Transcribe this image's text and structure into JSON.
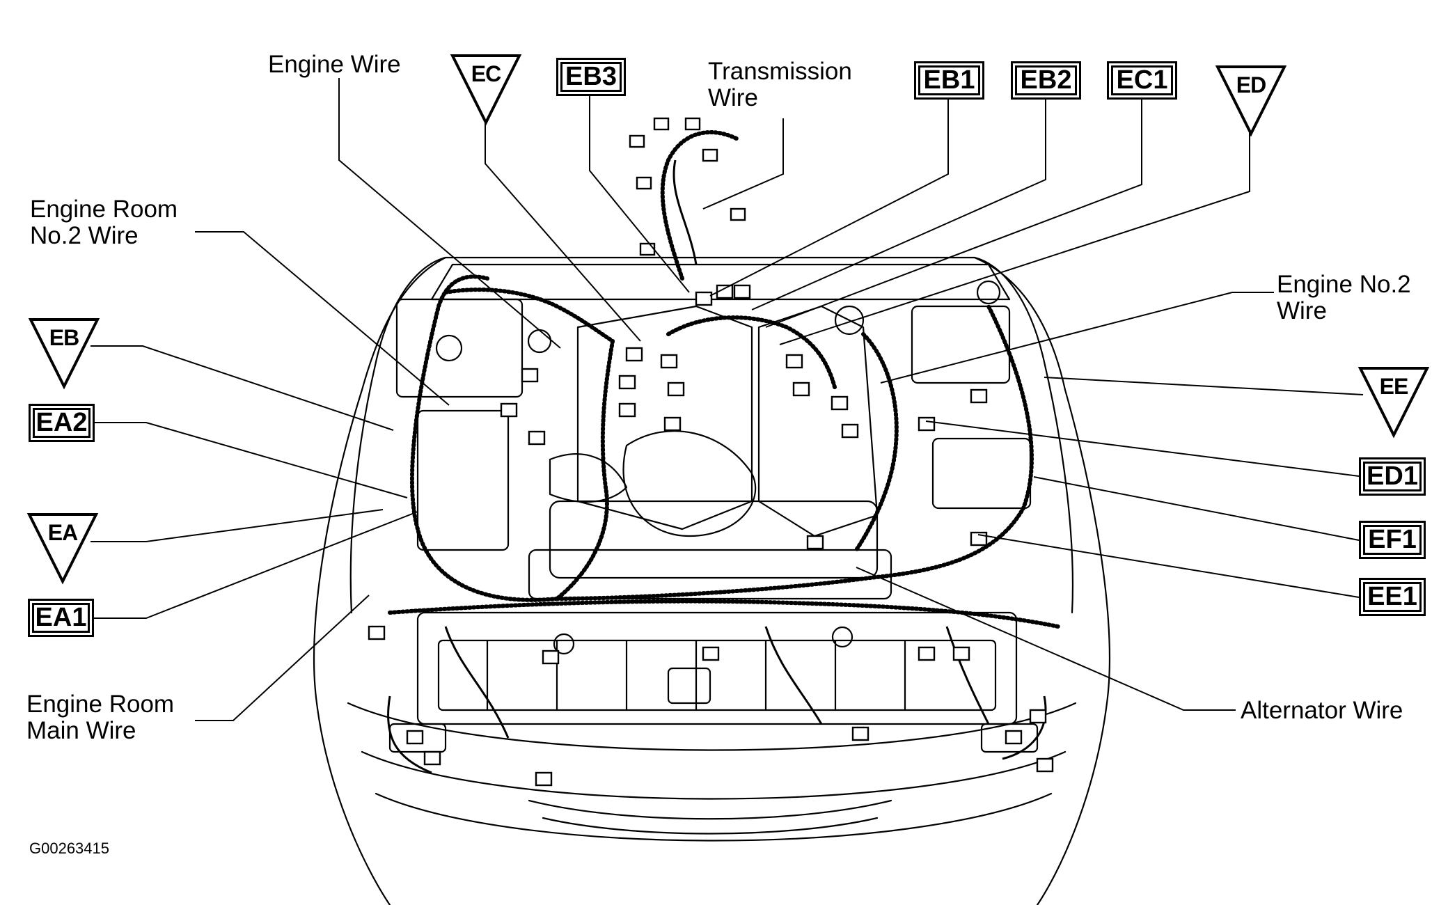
{
  "figure_id": "G00263415",
  "wire_labels": {
    "engine_wire": [
      "Engine Wire"
    ],
    "transmission_wire": [
      "Transmission",
      "Wire"
    ],
    "engine_room_no2_wire": [
      "Engine Room",
      "No.2 Wire"
    ],
    "engine_no2_wire": [
      "Engine No.2",
      "Wire"
    ],
    "engine_room_main_wire": [
      "Engine Room",
      "Main Wire"
    ],
    "alternator_wire": [
      "Alternator Wire"
    ]
  },
  "connector_boxes": {
    "eb3": "EB3",
    "eb1": "EB1",
    "eb2": "EB2",
    "ec1": "EC1",
    "ea2": "EA2",
    "ea1": "EA1",
    "ed1": "ED1",
    "ef1": "EF1",
    "ee1": "EE1"
  },
  "ground_triangles": {
    "ec": "EC",
    "ed": "ED",
    "eb": "EB",
    "ea": "EA",
    "ee": "EE"
  }
}
